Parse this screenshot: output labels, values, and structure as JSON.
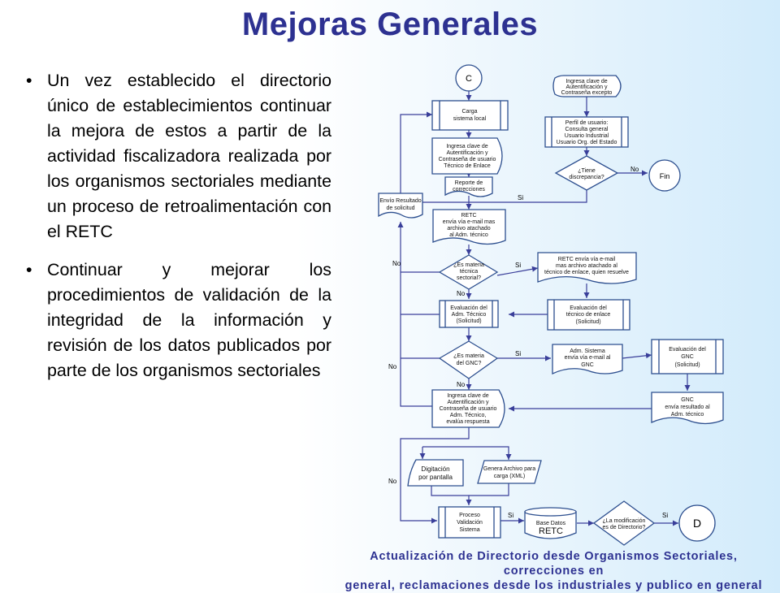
{
  "slide": {
    "title": "Mejoras Generales",
    "bullets": [
      "Un vez establecido el directorio único de establecimientos continuar la mejora de estos a partir de la actividad fiscalizadora realizada por los organismos sectoriales mediante un proceso de retroalimentación con el RETC",
      "Continuar y mejorar los procedimientos de validación de la integridad de la información y revisión de los datos publicados por parte de los organismos sectoriales"
    ],
    "caption": [
      "Actualización de Directorio desde Organismos Sectoriales, correcciones en",
      "general, reclamaciones desde los industriales y publico en general"
    ]
  },
  "flowchart": {
    "nodes": {
      "c": "C",
      "ingreso_ext": [
        "Ingresa clave de",
        "Autentificación y",
        "Contraseña excepto"
      ],
      "perfil": [
        "Perfil de usuario:",
        "Consulta general",
        "Usuario Industrial",
        "Usuario Org. del Estado"
      ],
      "tiene_disc": [
        "¿Tiene",
        "discrepancia?"
      ],
      "fin": "Fin",
      "carga": [
        "Carga",
        "sistema local"
      ],
      "ingreso_tec": [
        "Ingresa clave de",
        "Autentificación y",
        "Contraseña de usuario",
        "Técnico de Enlace"
      ],
      "reporte": [
        "Reporte de",
        "correcciones"
      ],
      "envio": [
        "Envío Resultado",
        "de solicitud"
      ],
      "retc_email": [
        "RETC",
        "envía vía e-mail mas",
        "archivo atachado",
        "al Adm. técnico"
      ],
      "es_tecnica": [
        "¿Es materia",
        "técnica",
        "sectorial?"
      ],
      "retc_enlace": [
        "RETC envía vía e-mail",
        "mas archivo atachado al",
        "técnico de enlace, quien resuelve"
      ],
      "eval_adm": [
        "Evaluación del",
        "Adm. Técnico",
        "(Solicitud)"
      ],
      "eval_enlace": [
        "Evaluación del",
        "técnico de enlace",
        "(Solicitud)"
      ],
      "es_gnc": [
        "¿Es materia",
        "del GNC?"
      ],
      "adm_gnc": [
        "Adm. Sistema",
        "envía vía e-mail al",
        "GNC"
      ],
      "eval_gnc": [
        "Evaluación del",
        "GNC",
        "(Solicitud)"
      ],
      "gnc_envia": [
        "GNC",
        "envía resultado al",
        "Adm. técnico"
      ],
      "ingreso_adm": [
        "Ingresa clave de",
        "Autentificación y",
        "Contraseña de usuario",
        "Adm. Técnico,",
        "evalúa respuesta"
      ],
      "digitacion": [
        "Digitación",
        "por pantalla"
      ],
      "genera_xml": [
        "Genera Archivo para",
        "carga (XML)"
      ],
      "proceso_val": [
        "Proceso",
        "Validación",
        "Sistema"
      ],
      "base_datos": [
        "Base Datos",
        "RETC"
      ],
      "la_modificacion": [
        "¿La modificación",
        "es de Directorio?"
      ],
      "d": "D"
    },
    "edge_labels": {
      "si": "Si",
      "no": "No"
    }
  }
}
